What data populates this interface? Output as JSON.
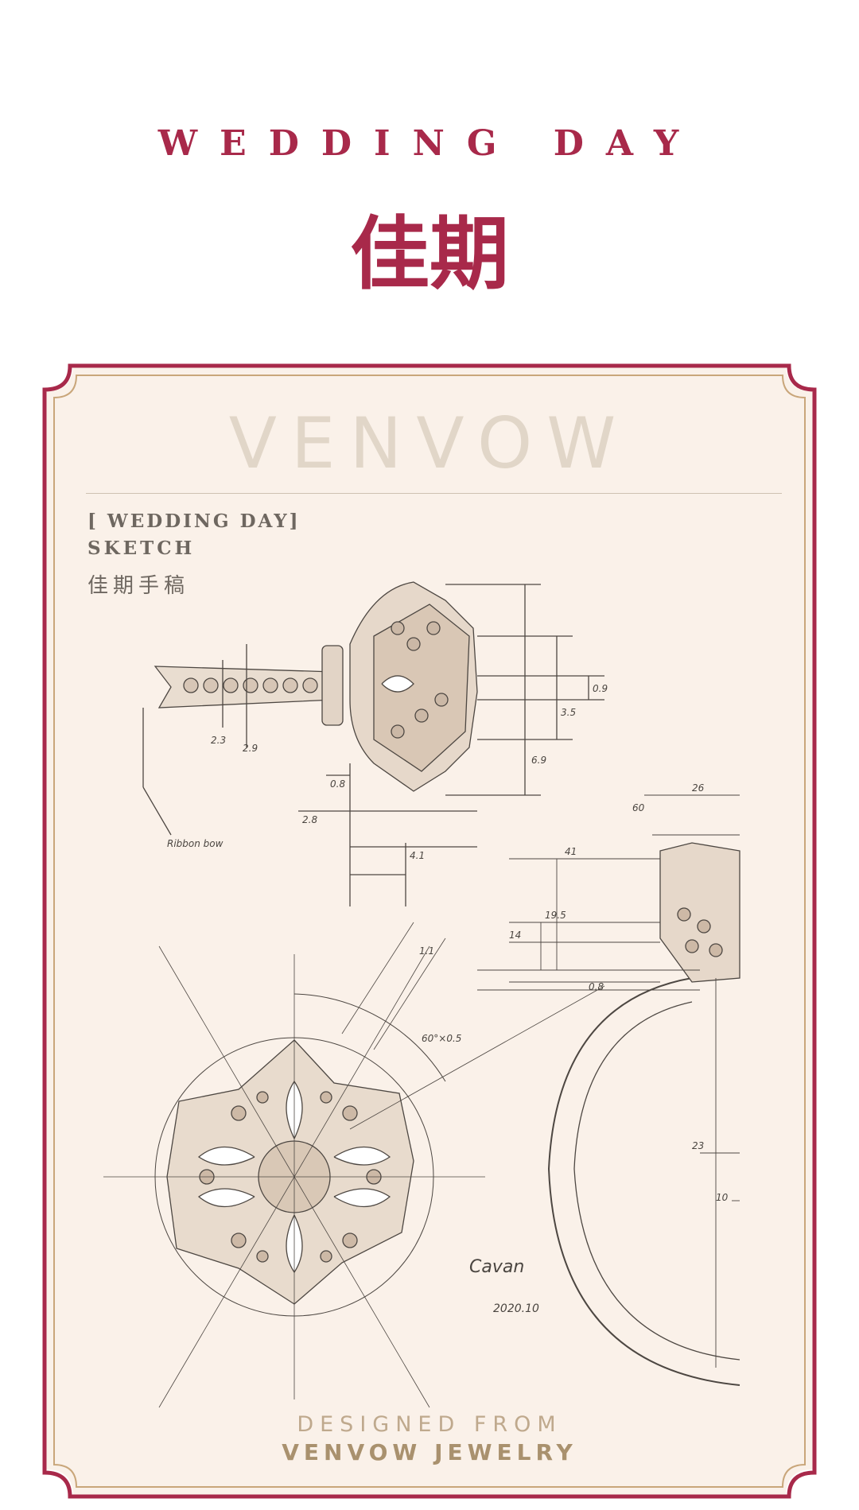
{
  "header": {
    "title_en": "WEDDING DAY",
    "title_cn": "佳期"
  },
  "card": {
    "brand": "VENVOW",
    "sketch_label_1": "[ WEDDING DAY]",
    "sketch_label_2": "SKETCH",
    "sketch_label_3": "佳期手稿"
  },
  "sketch": {
    "dimensions": [
      "26",
      "60",
      "41",
      "19.5",
      "14",
      "0.8",
      "2.3",
      "2.9",
      "6.9",
      "3.5",
      "0.9",
      "0.8",
      "2.8",
      "4.1",
      "1.1",
      "60°×0.5",
      "23",
      "10"
    ],
    "annotation": "Ribbon bow",
    "signature": "Cavan",
    "date": "2020.10"
  },
  "footer": {
    "line1": "DESIGNED FROM",
    "line2": "VENVOW JEWELRY"
  },
  "colors": {
    "accent": "#a8294a",
    "gold": "#c9a67a",
    "paper": "#faf1e9"
  }
}
